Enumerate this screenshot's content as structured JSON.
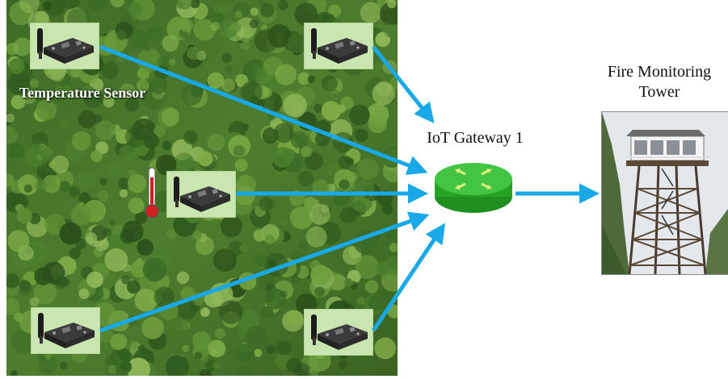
{
  "labels": {
    "temperature_sensor": "Temperature Sensor",
    "gateway": "IoT Gateway 1",
    "tower": "Fire Monitoring Tower"
  },
  "colors": {
    "arrow": "#19a9e8",
    "sensor_panel": "#c9e6b0",
    "router_green": "#31b531",
    "forest_dark": "#2e5a1e",
    "forest_light": "#8fb85a"
  },
  "icons": [
    "sensor-board-icon",
    "thermometer-icon",
    "router-icon",
    "fire-tower-photo",
    "forest-aerial-image"
  ]
}
